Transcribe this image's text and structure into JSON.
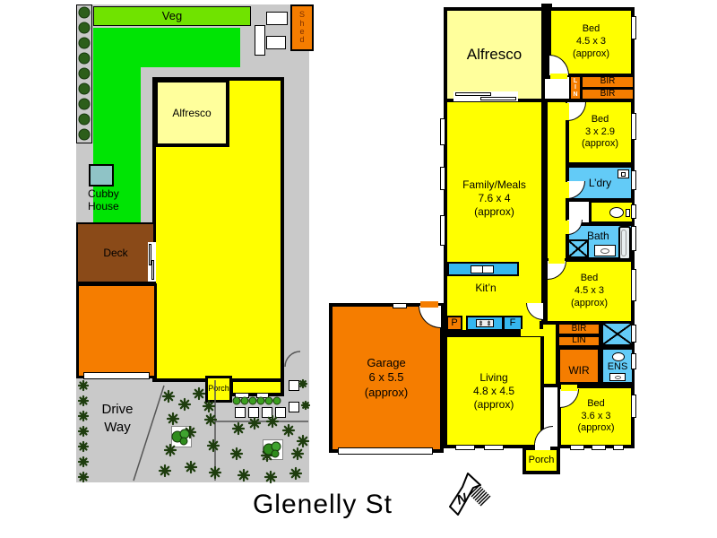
{
  "title": "Glenelly St",
  "north_label": "N",
  "site_plan": {
    "veg": "Veg",
    "shed": "Shed",
    "alfresco": "Alfresco",
    "cubby_house": "Cubby House",
    "deck": "Deck",
    "porch": "Porch",
    "driveway": "Drive Way"
  },
  "floor_plan": {
    "alfresco": "Alfresco",
    "bed1": {
      "name": "Bed",
      "dim": "4.5 x 3",
      "approx": "(approx)"
    },
    "bed2": {
      "name": "Bed",
      "dim": "3 x 2.9",
      "approx": "(approx)"
    },
    "bed3": {
      "name": "Bed",
      "dim": "4.5 x 3",
      "approx": "(approx)"
    },
    "bed4": {
      "name": "Bed",
      "dim": "3.6 x 3",
      "approx": "(approx)"
    },
    "family": {
      "name": "Family/Meals",
      "dim": "7.6 x 4",
      "approx": "(approx)"
    },
    "living": {
      "name": "Living",
      "dim": "4.8 x 4.5",
      "approx": "(approx)"
    },
    "garage": {
      "name": "Garage",
      "dim": "6 x 5.5",
      "approx": "(approx)"
    },
    "kitchen": "Kit’n",
    "pantry": "P",
    "fridge": "F",
    "laundry": "L’dry",
    "bath": "Bath",
    "ens": "ENS",
    "wir": "WIR",
    "bir": "BIR",
    "lin": "LIN",
    "porch": "Porch"
  },
  "colors": {
    "wall": "#000000",
    "yellow": "#FFFF00",
    "pale_yellow": "#FFFF9C",
    "orange": "#F57D00",
    "wet_blue": "#63CBF7",
    "bench_blue": "#36B7EF",
    "lawn_green": "#00E404",
    "veg_green": "#70E300",
    "lot_gray": "#C9C9C9",
    "deck_brown": "#8A4A18",
    "cubby_teal": "#8FC3C6"
  }
}
